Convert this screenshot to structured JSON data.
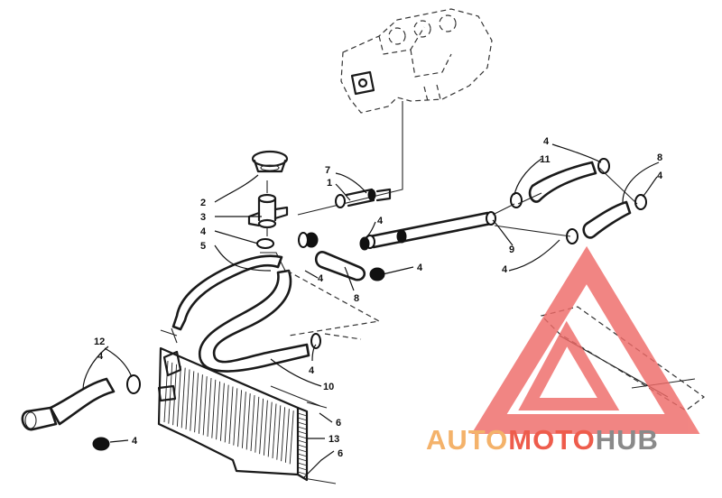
{
  "callouts": {
    "c1": "1",
    "c2": "2",
    "c3": "3",
    "c4": "4",
    "c5": "5",
    "c6": "6",
    "c7": "7",
    "c8": "8",
    "c9": "9",
    "c10": "10",
    "c11": "11",
    "c12": "12",
    "c13": "13"
  },
  "watermark": {
    "part1": "AUTO",
    "part2": "MOTO",
    "part3": "HUB",
    "colors": {
      "auto": "#f4b26a",
      "moto": "#ee5c4c",
      "hub": "#8a8a8a",
      "triangle": "#ef6b68"
    }
  }
}
